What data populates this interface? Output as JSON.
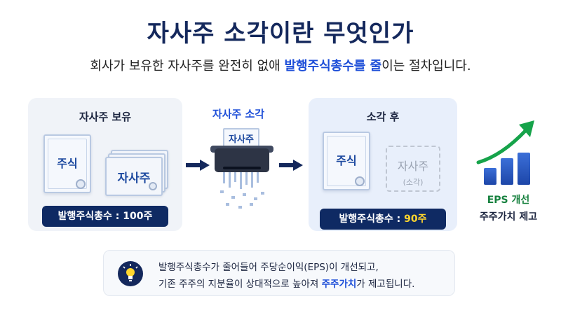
{
  "header": {
    "title": "자사주 소각이란 무엇인가",
    "subtitle_pre": "회사가 보유한 자사주를 완전히 없애 ",
    "subtitle_hl": "발행주식총수를 줄",
    "subtitle_post": "이는 절차입니다."
  },
  "left_panel": {
    "title": "자사주 보유",
    "cert_label": "주식",
    "stack_label": "자사주",
    "badge": "발행주식총수 : 100주"
  },
  "middle": {
    "title": "자사주 소각",
    "paper_label": "자사주",
    "shredder_icon": "shredder-icon",
    "arrow_icon": "arrow-right-icon"
  },
  "right_panel": {
    "title": "소각 후",
    "cert_label": "주식",
    "removed_label": "자사주",
    "removed_note": "(소각)",
    "badge_pre": "발행주식총수 : ",
    "badge_value": "90주"
  },
  "eps": {
    "icon": "growth-chart-icon",
    "label": "EPS 개선",
    "sublabel": "주주가치 제고"
  },
  "note": {
    "icon": "lightbulb-icon",
    "line1": "발행주식총수가 줄어들어 주당순이익(EPS)이 개선되고,",
    "line2_pre": "기존 주주의 지분율이 상대적으로 높아져 ",
    "line2_hl": "주주가치",
    "line2_post": "가 제고됩니다."
  },
  "colors": {
    "navy": "#14285c",
    "accent_blue": "#1d4ed8",
    "badge_yellow": "#ffd62e",
    "eps_green": "#15803d"
  }
}
